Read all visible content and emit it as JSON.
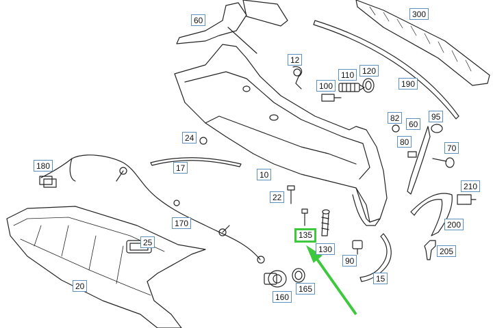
{
  "diagram": {
    "highlight_color": "#3ec83e",
    "label_border_color": "#5b8fbf",
    "highlighted_part": "135",
    "parts": [
      {
        "id": "p60a",
        "label": "60"
      },
      {
        "id": "p300",
        "label": "300"
      },
      {
        "id": "p12",
        "label": "12"
      },
      {
        "id": "p110",
        "label": "110"
      },
      {
        "id": "p120",
        "label": "120"
      },
      {
        "id": "p100",
        "label": "100"
      },
      {
        "id": "p190",
        "label": "190"
      },
      {
        "id": "p82",
        "label": "82"
      },
      {
        "id": "p95",
        "label": "95"
      },
      {
        "id": "p60b",
        "label": "60"
      },
      {
        "id": "p80",
        "label": "80"
      },
      {
        "id": "p70",
        "label": "70"
      },
      {
        "id": "p24",
        "label": "24"
      },
      {
        "id": "p180",
        "label": "180"
      },
      {
        "id": "p17",
        "label": "17"
      },
      {
        "id": "p10",
        "label": "10"
      },
      {
        "id": "p210",
        "label": "210"
      },
      {
        "id": "p22",
        "label": "22"
      },
      {
        "id": "p200",
        "label": "200"
      },
      {
        "id": "p170",
        "label": "170"
      },
      {
        "id": "p135",
        "label": "135"
      },
      {
        "id": "p130",
        "label": "130"
      },
      {
        "id": "p25",
        "label": "25"
      },
      {
        "id": "p205",
        "label": "205"
      },
      {
        "id": "p90",
        "label": "90"
      },
      {
        "id": "p15",
        "label": "15"
      },
      {
        "id": "p20",
        "label": "20"
      },
      {
        "id": "p165",
        "label": "165"
      },
      {
        "id": "p160",
        "label": "160"
      }
    ]
  }
}
